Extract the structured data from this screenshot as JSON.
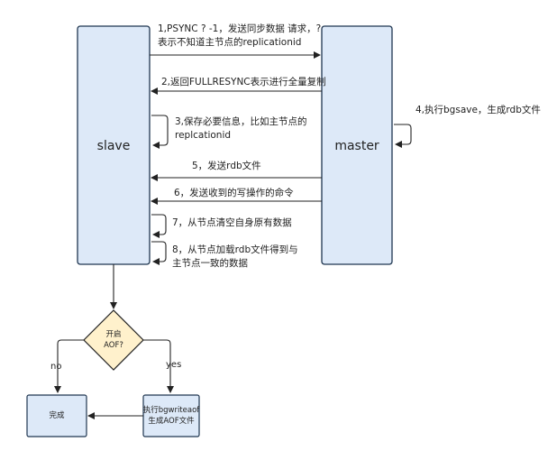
{
  "colors": {
    "box_fill": "#dde9f8",
    "box_stroke": "#1f3650",
    "diamond_fill": "#fff1cc",
    "diamond_stroke": "#222222",
    "arrow": "#222222"
  },
  "participants": {
    "slave": "slave",
    "master": "master"
  },
  "messages": {
    "m1_line1": "1,PSYNC ? -1，发送同步数据 请求，?",
    "m1_line2": "表示不知道主节点的replicationid",
    "m2": "2,返回FULLRESYNC表示进行全量复制",
    "m3_line1": "3,保存必要信息，比如主节点的",
    "m3_line2": "replcationid",
    "m4": "4,执行bgsave，生成rdb文件",
    "m5": "5，发送rdb文件",
    "m6": "6，发送收到的写操作的命令",
    "m7": "7，从节点清空自身原有数据",
    "m8_line1": "8，从节点加载rdb文件得到与",
    "m8_line2": "主节点一致的数据"
  },
  "flow": {
    "decision_line1": "开启",
    "decision_line2": "AOF?",
    "no_label": "no",
    "yes_label": "yes",
    "done": "完成",
    "bgwrite_line1": "执行bgwriteaof",
    "bgwrite_line2": "生成AOF文件"
  }
}
